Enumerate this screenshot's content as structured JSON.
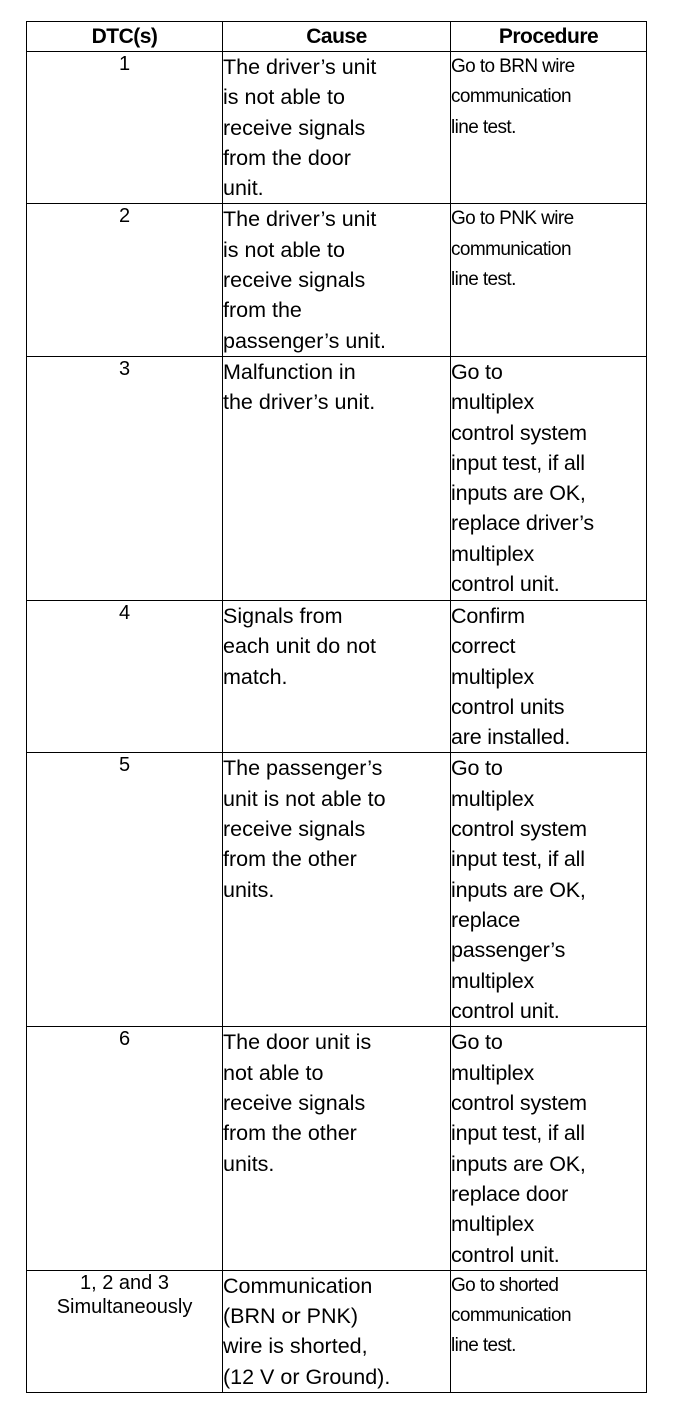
{
  "table": {
    "headers": [
      "DTC(s)",
      "Cause",
      "Procedure"
    ],
    "rows": [
      {
        "dtc": [
          "1"
        ],
        "cause": [
          "The driver’s unit",
          "is not able to",
          "receive signals",
          "from the door",
          "unit."
        ],
        "procedure": [
          "Go to BRN wire",
          "communication",
          "line test."
        ]
      },
      {
        "dtc": [
          "2"
        ],
        "cause": [
          "The driver’s unit",
          "is not able to",
          "receive signals",
          "from the",
          "passenger’s unit."
        ],
        "procedure": [
          "Go to PNK wire",
          "communication",
          "line test."
        ]
      },
      {
        "dtc": [
          "3"
        ],
        "cause": [
          "Malfunction in",
          "the driver’s unit."
        ],
        "procedure": [
          "Go to",
          "multiplex",
          "control system",
          "input test, if all",
          "inputs are OK,",
          "replace driver’s",
          "multiplex",
          "control unit."
        ]
      },
      {
        "dtc": [
          "4"
        ],
        "cause": [
          "Signals from",
          "each unit do not",
          "match."
        ],
        "procedure": [
          "Confirm",
          "correct",
          "multiplex",
          "control units",
          "are installed."
        ]
      },
      {
        "dtc": [
          "5"
        ],
        "cause": [
          "The passenger’s",
          "unit is not able to",
          "receive signals",
          "from the other",
          "units."
        ],
        "procedure": [
          "Go to",
          "multiplex",
          "control system",
          "input test, if all",
          "inputs are OK,",
          "replace",
          "passenger’s",
          "multiplex",
          "control unit."
        ]
      },
      {
        "dtc": [
          "6"
        ],
        "cause": [
          "The door unit is",
          "not able to",
          "receive signals",
          "from the other",
          "units."
        ],
        "procedure": [
          "Go to",
          "multiplex",
          "control system",
          "input test, if all",
          "inputs are OK,",
          "replace door",
          "multiplex",
          "control unit."
        ]
      },
      {
        "dtc": [
          "1, 2 and 3",
          "Simultaneously"
        ],
        "cause": [
          "Communication",
          "(BRN or PNK)",
          "wire is shorted,",
          "(12 V or Ground)."
        ],
        "procedure": [
          "Go to shorted",
          "communication",
          "line test."
        ]
      }
    ]
  }
}
